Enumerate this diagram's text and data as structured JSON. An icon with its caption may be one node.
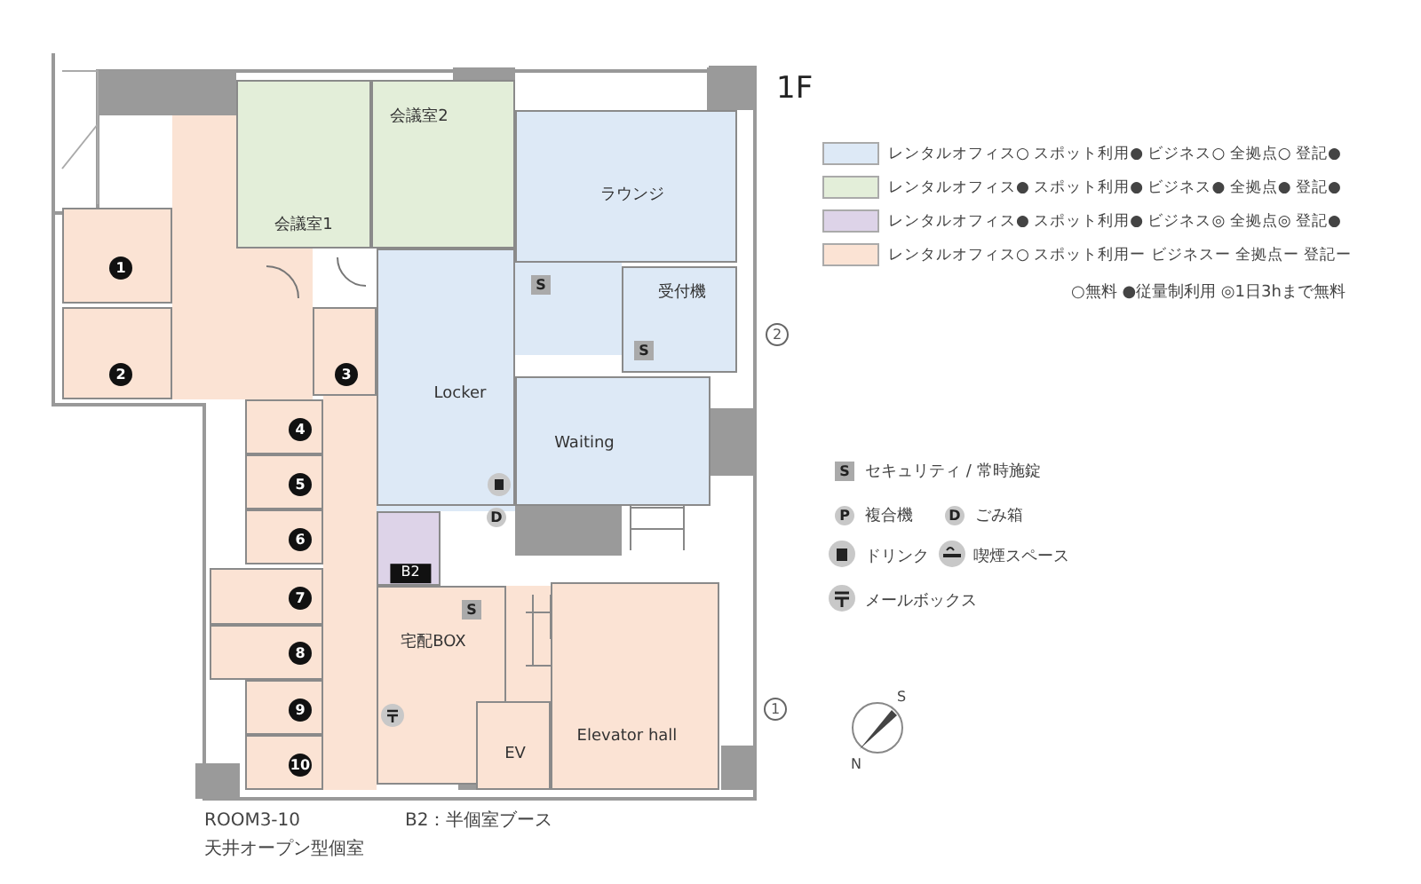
{
  "diagram": {
    "title": "1F",
    "nodes": [
      {
        "text": [
          "会議室1"
        ]
      },
      {
        "text": [
          "会議室2"
        ]
      },
      {
        "text": [
          "ラウンジ"
        ]
      },
      {
        "text": [
          "1"
        ]
      },
      {
        "text": [
          "受付機"
        ]
      },
      {
        "text": [
          "2"
        ]
      },
      {
        "text": [
          "3"
        ]
      },
      {
        "text": [
          "Locker"
        ]
      },
      {
        "text": [
          "Waiting"
        ]
      },
      {
        "text": [
          "4"
        ]
      },
      {
        "text": [
          "5"
        ]
      },
      {
        "text": [
          "6"
        ]
      },
      {
        "text": [
          "B2"
        ]
      },
      {
        "text": [
          "7"
        ]
      },
      {
        "text": [
          "宅配BOX"
        ]
      },
      {
        "text": [
          "8"
        ]
      },
      {
        "text": [
          "9"
        ]
      },
      {
        "text": [
          "EV"
        ]
      },
      {
        "text": [
          "Elevator hall"
        ]
      },
      {
        "text": [
          "10"
        ]
      }
    ],
    "labels": [
      "S",
      "S",
      "2",
      "D",
      "S",
      "1",
      "ROOM3-10 天井オープン型個室",
      "B2：半個室ブース",
      "○無料 ●従量制利用 ◎1日3hまで無料",
      "S",
      "セキュリティ / 常時施錠",
      "P",
      "複合機",
      "D",
      "ごみ箱",
      "ドリンク",
      "喫煙スペース",
      "メールボックス",
      "S",
      "N"
    ],
    "legend": [
      {
        "text": "レンタルオフィス○ スポット利用● ビジネス○ 全拠点○ 登記●",
        "color": "#dde9f6"
      },
      {
        "text": "レンタルオフィス● スポット利用● ビジネス● 全拠点● 登記●",
        "color": "#e3eed9"
      },
      {
        "text": "レンタルオフィス● スポット利用● ビジネス◎ 全拠点◎ 登記●",
        "color": "#ddd3e8"
      },
      {
        "text": "レンタルオフィス○ スポット利用ー ビジネスー 全拠点ー 登記ー",
        "color": "#fbe3d4"
      }
    ]
  }
}
